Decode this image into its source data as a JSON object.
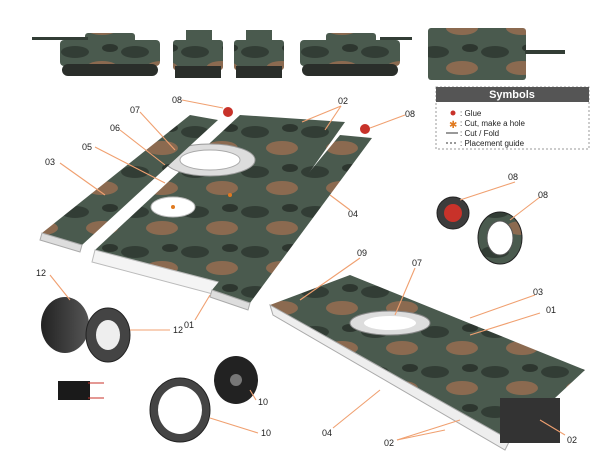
{
  "symbols": {
    "title": "Symbols",
    "items": [
      {
        "label": ": Glue",
        "icon": "glue-dot-icon"
      },
      {
        "label": ": Cut, make a hole",
        "icon": "cut-hole-asterisk-icon"
      },
      {
        "label": ": Cut / Fold",
        "icon": "solid-line-icon"
      },
      {
        "label": ": Placement guide",
        "icon": "dashed-line-icon"
      }
    ]
  },
  "callouts": {
    "c01a": "01",
    "c01b": "01",
    "c02a": "02",
    "c02b": "02",
    "c02c": "02",
    "c03a": "03",
    "c03b": "03",
    "c04a": "04",
    "c04b": "04",
    "c05": "05",
    "c06": "06",
    "c07a": "07",
    "c07b": "07",
    "c08a": "08",
    "c08b": "08",
    "c08c": "08",
    "c08d": "08",
    "c09": "09",
    "c10a": "10",
    "c10b": "10",
    "c12a": "12",
    "c12b": "12"
  },
  "colors": {
    "camo_green": "#4a5a4e",
    "camo_dark": "#323d35",
    "camo_brown": "#8b6a50",
    "accent_red": "#c8322a",
    "leader": "#f0a070"
  }
}
